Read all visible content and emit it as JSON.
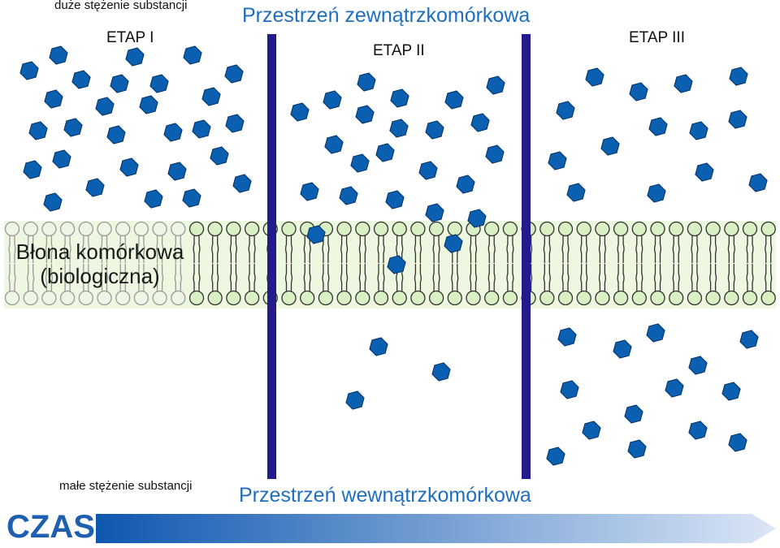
{
  "top_label": "duże stężenie substancji",
  "bottom_label": "małe stężenie substancji",
  "extracellular_label": "Przestrzeń zewnątrzkomórkowa",
  "intracellular_label": "Przestrzeń wewnątrzkomórkowa",
  "stages": [
    {
      "label": "ETAP I"
    },
    {
      "label": "ETAP II"
    },
    {
      "label": "ETAP III"
    }
  ],
  "membrane_label": "Błona komórkowa (biologiczna)",
  "time_label": "CZAS",
  "colors": {
    "molecule_fill": "#0a5fb0",
    "molecule_stroke": "#06305f",
    "divider": "#231a8c",
    "lipid_head": "#d8f0c4",
    "lipid_head_faded": "#eef7e6",
    "lipid_stroke": "#333333",
    "membrane_band": "#eef7e0",
    "space_text": "#1f6fbf",
    "time_arrow_start": "#0e57b0",
    "time_arrow_end": "#d6e3f5"
  }
}
